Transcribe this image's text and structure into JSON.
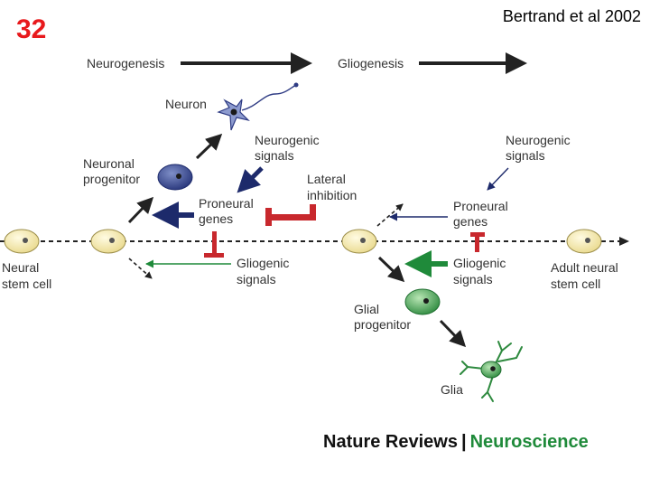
{
  "slide_number": "32",
  "citation": "Bertrand et al 2002",
  "timeline": {
    "neurogenesis": "Neurogenesis",
    "gliogenesis": "Gliogenesis"
  },
  "labels": {
    "neuron": "Neuron",
    "neuronal_progenitor": [
      "Neuronal",
      "progenitor"
    ],
    "neurogenic_signals_left": [
      "Neurogenic",
      "signals"
    ],
    "neurogenic_signals_right": [
      "Neurogenic",
      "signals"
    ],
    "lateral_inhibition": [
      "Lateral",
      "inhibition"
    ],
    "proneural_genes_left": [
      "Proneural",
      "genes"
    ],
    "proneural_genes_right": [
      "Proneural",
      "genes"
    ],
    "gliogenic_signals_left": [
      "Gliogenic",
      "signals"
    ],
    "gliogenic_signals_right": [
      "Gliogenic",
      "signals"
    ],
    "neural_stem_cell": [
      "Neural",
      "stem cell"
    ],
    "adult_neural_stem_cell": [
      "Adult neural",
      "stem cell"
    ],
    "glial_progenitor": [
      "Glial",
      "progenitor"
    ],
    "glia": "Glia"
  },
  "journal": {
    "name": "Nature Reviews",
    "separator": "|",
    "section": "Neuroscience"
  },
  "colors": {
    "slide_number": "#e8191c",
    "neuronal": "#1d2a6b",
    "glial": "#1f8a3a",
    "inhibition": "#c8282d",
    "cell_fill": "#f7eec0",
    "arrow": "#222222"
  }
}
